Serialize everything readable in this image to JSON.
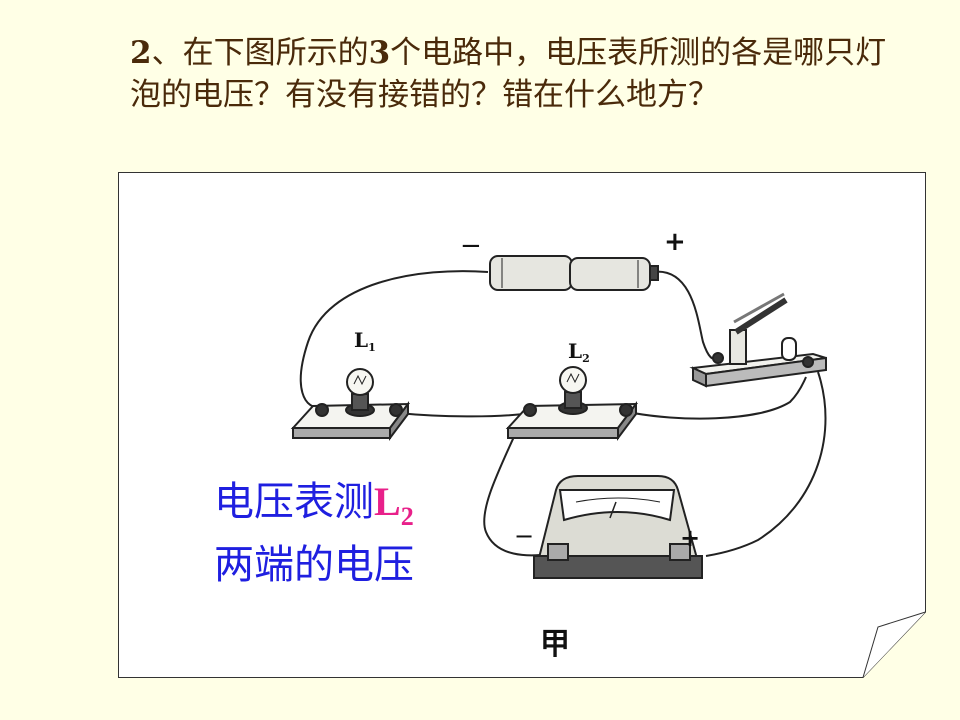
{
  "question": {
    "number": "2",
    "text_before_count": "、在下图所示的",
    "count": "3",
    "text_after_count": "个电路中，电压表所测的各是哪只灯泡的电压？有没有接错的？错在什么地方？"
  },
  "figure": {
    "battery_minus": "−",
    "battery_plus": "+",
    "lamp1_letter": "L",
    "lamp1_index": "1",
    "lamp2_letter": "L",
    "lamp2_index": "2",
    "meter_minus": "−",
    "meter_plus": "+",
    "caption": "甲"
  },
  "answer": {
    "line1_text": "电压表测",
    "line1_symbol": "L",
    "line1_subscript": "2",
    "line2_text": "两端的电压"
  },
  "colors": {
    "background": "#ffffe6",
    "question_text": "#4a2a0a",
    "answer_text": "#1f1fe0",
    "answer_symbol": "#e8208a"
  }
}
